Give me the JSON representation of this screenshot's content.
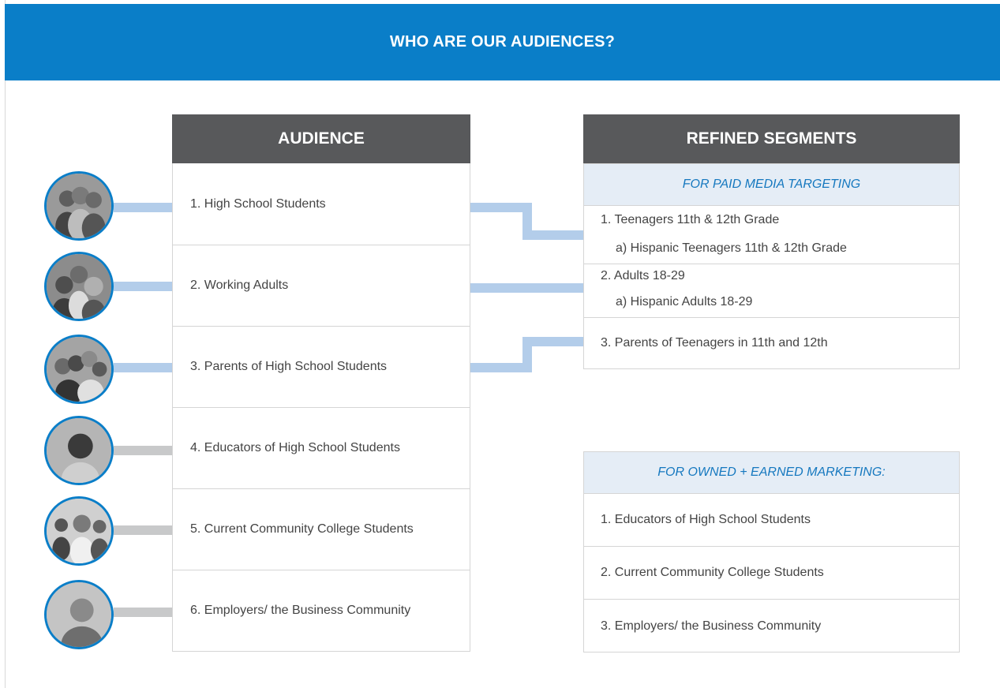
{
  "title": "WHO ARE OUR AUDIENCES?",
  "audience": {
    "header": "AUDIENCE",
    "items": [
      {
        "label": "1. High School Students",
        "connector": "blue"
      },
      {
        "label": "2. Working Adults",
        "connector": "blue"
      },
      {
        "label": "3. Parents of High School Students",
        "connector": "blue"
      },
      {
        "label": "4. Educators of High School Students",
        "connector": "gray"
      },
      {
        "label": "5. Current Community College Students",
        "connector": "gray"
      },
      {
        "label": "6. Employers/ the Business Community",
        "connector": "gray"
      }
    ]
  },
  "segments": {
    "header": "REFINED SEGMENTS",
    "paid": {
      "subheader": "FOR PAID MEDIA TARGETING",
      "groups": [
        {
          "label": "1. Teenagers 11th & 12th Grade",
          "sub": "a) Hispanic Teenagers 11th & 12th Grade"
        },
        {
          "label": "2. Adults 18-29",
          "sub": "a) Hispanic Adults 18-29"
        },
        {
          "label": "3. Parents of Teenagers in 11th and 12th"
        }
      ]
    },
    "owned": {
      "subheader": "FOR OWNED + EARNED MARKETING:",
      "items": [
        "1. Educators of High School Students",
        "2. Current Community College Students",
        "3. Employers/ the Business Community"
      ]
    }
  },
  "colors": {
    "banner": "#0a7ec8",
    "header": "#58595b",
    "connector_blue": "#b3cdea",
    "connector_gray": "#c8c9ca",
    "subheader_bg": "#e5edf6",
    "subheader_text": "#1578bf"
  }
}
